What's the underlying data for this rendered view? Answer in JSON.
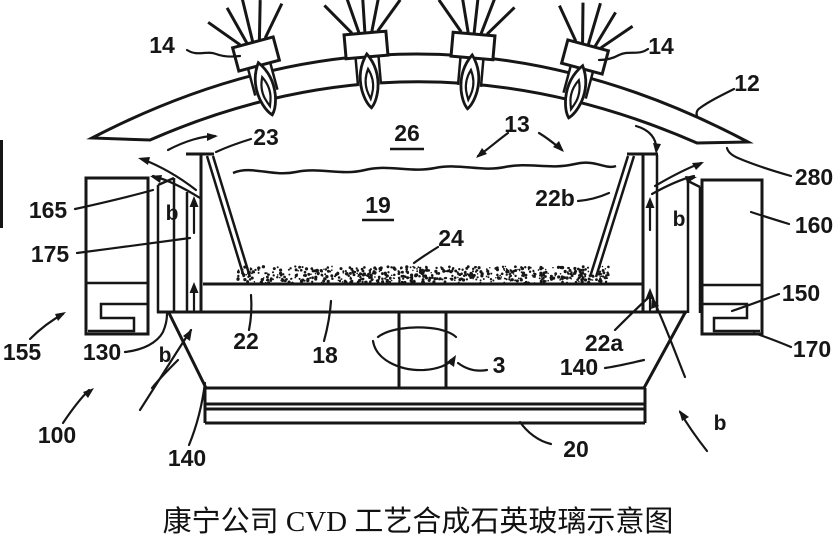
{
  "diagram": {
    "caption": "康宁公司 CVD 工艺合成石英玻璃示意图",
    "colors": {
      "ink": "#161616",
      "background": "#ffffff"
    },
    "labels": {
      "burner_left": "14",
      "burner_right": "14",
      "dome": "12",
      "crucible_coating": "23",
      "melt_surface": "26",
      "gas_flow": "13",
      "glass_body": "19",
      "soot_layer": "24",
      "wall_right_upper": "22b",
      "exhaust_gap": "280",
      "outer_wall_upper_left": "165",
      "outer_wall_lower_left": "175",
      "outer_wall_right": "160",
      "seal_right": "150",
      "seal_left": "155",
      "inner_ring_left": "130",
      "block_right_lower": "170",
      "assembly": "100",
      "skirt_left": "140",
      "skirt_right": "140",
      "crucible_wall": "22",
      "base_plate": "18",
      "shaft": "3",
      "wall_right_lower": "22a",
      "bottom_plate": "20",
      "flow_b_upper_left": "b",
      "flow_b_lower_left": "b",
      "flow_b_upper_right": "b",
      "flow_b_lower_right": "b"
    }
  }
}
